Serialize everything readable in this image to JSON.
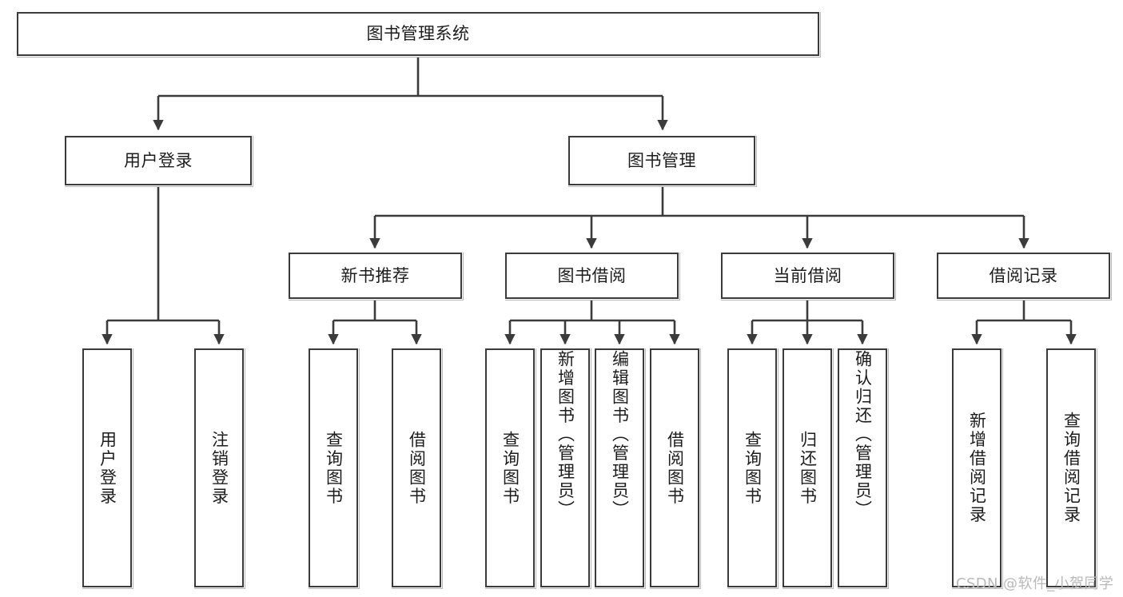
{
  "diagram": {
    "title_text": "图书管理系统",
    "type": "tree-hierarchy-diagram",
    "colors": {
      "box_border": "#3b3b3b",
      "box_fill": "#ffffff",
      "connector": "#3b3b3b",
      "text": "#1c1c1c",
      "watermark": "#b9b9b9",
      "background": "#ffffff"
    },
    "root": {
      "label": "图书管理系统"
    },
    "level2": [
      {
        "label": "用户登录"
      },
      {
        "label": "图书管理"
      }
    ],
    "level3": [
      {
        "label": "新书推荐"
      },
      {
        "label": "图书借阅"
      },
      {
        "label": "当前借阅"
      },
      {
        "label": "借阅记录"
      }
    ],
    "leaves": {
      "user_login": [
        {
          "label": "用户登录"
        },
        {
          "label": "注销登录"
        }
      ],
      "new_book_recommend": [
        {
          "label": "查询图书"
        },
        {
          "label": "借阅图书"
        }
      ],
      "book_borrow": [
        {
          "label": "查询图书"
        },
        {
          "label": "新增图书（管理员）"
        },
        {
          "label": "编辑图书（管理员）"
        },
        {
          "label": "借阅图书"
        }
      ],
      "current_borrow": [
        {
          "label": "查询图书"
        },
        {
          "label": "归还图书"
        },
        {
          "label": "确认归还（管理员）"
        }
      ],
      "borrow_record": [
        {
          "label": "新增借阅记录"
        },
        {
          "label": "查询借阅记录"
        }
      ]
    }
  },
  "watermark": {
    "text": "CSDN @软件_小贺同学"
  }
}
